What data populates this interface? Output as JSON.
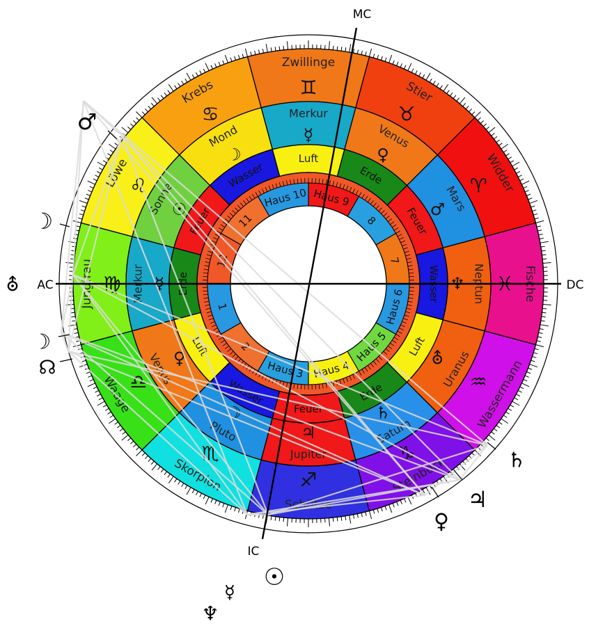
{
  "axes": {
    "mc": "MC",
    "ic": "IC",
    "ac": "AC",
    "dc": "DC"
  },
  "signs": [
    {
      "name": "Widder",
      "glyph": "♈",
      "color": "#f01010"
    },
    {
      "name": "Stier",
      "glyph": "♉",
      "color": "#f04010"
    },
    {
      "name": "Zwillinge",
      "glyph": "♊",
      "color": "#f07818"
    },
    {
      "name": "Krebs",
      "glyph": "♋",
      "color": "#f8a010"
    },
    {
      "name": "Löwe",
      "glyph": "♌",
      "color": "#f8f018"
    },
    {
      "name": "Jungfrau",
      "glyph": "♍",
      "color": "#80f018"
    },
    {
      "name": "Waage",
      "glyph": "♎",
      "color": "#38e018"
    },
    {
      "name": "Skorpion",
      "glyph": "♏",
      "color": "#10e0e0"
    },
    {
      "name": "Schütze",
      "glyph": "♐",
      "color": "#3030e0"
    },
    {
      "name": "Steinbock",
      "glyph": "♑",
      "color": "#8010e8"
    },
    {
      "name": "Wassermann",
      "glyph": "♒",
      "color": "#d010e8"
    },
    {
      "name": "Fische",
      "glyph": "♓",
      "color": "#e8108c"
    }
  ],
  "rulers": [
    {
      "name": "Mars",
      "glyph": "♂",
      "color": "#2090e0"
    },
    {
      "name": "Venus",
      "glyph": "♀",
      "color": "#f07818"
    },
    {
      "name": "Merkur",
      "glyph": "☿",
      "color": "#18a8c8"
    },
    {
      "name": "Mond",
      "glyph": "☽",
      "color": "#f8e010"
    },
    {
      "name": "Sonne",
      "glyph": "☉",
      "color": "#70d040"
    },
    {
      "name": "Merkur",
      "glyph": "☿",
      "color": "#18a8c8"
    },
    {
      "name": "Venus",
      "glyph": "♀",
      "color": "#f07818"
    },
    {
      "name": "Pluto",
      "glyph": "☽",
      "color": "#2090e0"
    },
    {
      "name": "Jupiter",
      "glyph": "♃",
      "color": "#f01818"
    },
    {
      "name": "Saturn",
      "glyph": "♄",
      "color": "#2890e8"
    },
    {
      "name": "Uranus",
      "glyph": "⛢",
      "color": "#f06010"
    },
    {
      "name": "Neptun",
      "glyph": "♆",
      "color": "#f06010"
    }
  ],
  "elements": [
    {
      "name": "Feuer",
      "color": "#f01818"
    },
    {
      "name": "Erde",
      "color": "#188818"
    },
    {
      "name": "Luft",
      "color": "#f8f010"
    },
    {
      "name": "Wasser",
      "color": "#1818e0"
    },
    {
      "name": "Feuer",
      "color": "#f01818"
    },
    {
      "name": "Erde",
      "color": "#188818"
    },
    {
      "name": "Luft",
      "color": "#f8f010"
    },
    {
      "name": "Wasser",
      "color": "#1818e0"
    },
    {
      "name": "Feuer",
      "color": "#f01818"
    },
    {
      "name": "Erde",
      "color": "#188818"
    },
    {
      "name": "Luft",
      "color": "#f8f010"
    },
    {
      "name": "Wasser",
      "color": "#1818e0"
    }
  ],
  "houses": [
    {
      "label": "1",
      "color": "#2898e0"
    },
    {
      "label": "2",
      "color": "#f07030"
    },
    {
      "label": "Haus 3",
      "color": "#28a0e0"
    },
    {
      "label": "Haus 4",
      "color": "#f8f010"
    },
    {
      "label": "Haus 5",
      "color": "#70d840"
    },
    {
      "label": "Haus 6",
      "color": "#2898e0"
    },
    {
      "label": "7",
      "color": "#f07818"
    },
    {
      "label": "8",
      "color": "#28a0e0"
    },
    {
      "label": "Haus 9",
      "color": "#f01818"
    },
    {
      "label": "Haus 10",
      "color": "#2898e0"
    },
    {
      "label": "11",
      "color": "#f07030"
    },
    {
      "label": "12",
      "color": "#f05828"
    }
  ],
  "planets_outside": [
    {
      "name": "mars",
      "glyph": "♂"
    },
    {
      "name": "moon",
      "glyph": "☽"
    },
    {
      "name": "uranus",
      "glyph": "⛢"
    },
    {
      "name": "moon-2",
      "glyph": "☽"
    },
    {
      "name": "node",
      "glyph": "☊"
    },
    {
      "name": "neptune",
      "glyph": "♆"
    },
    {
      "name": "mercury",
      "glyph": "☿"
    },
    {
      "name": "sun",
      "glyph": "☉"
    },
    {
      "name": "venus",
      "glyph": "♀"
    },
    {
      "name": "jupiter",
      "glyph": "♃"
    },
    {
      "name": "saturn",
      "glyph": "♄"
    }
  ],
  "colors": {
    "house_ring": "#f05828",
    "axis": "#000000",
    "aspect": "#d8d8d8"
  }
}
